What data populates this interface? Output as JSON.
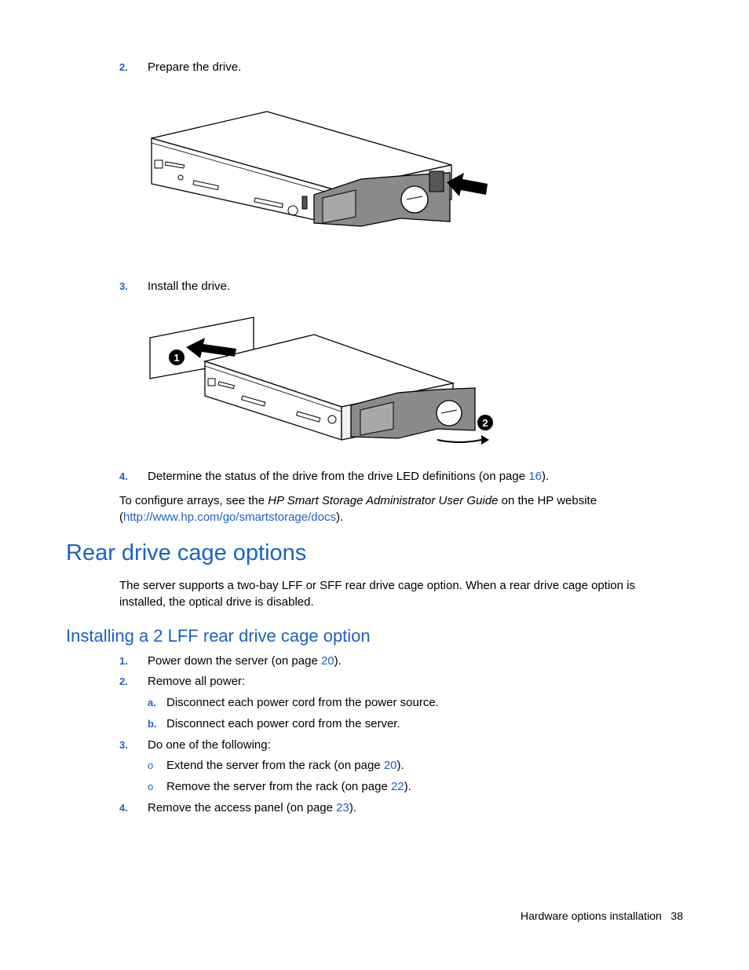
{
  "steps_top": [
    {
      "num": "2.",
      "text": "Prepare the drive."
    },
    {
      "num": "3.",
      "text": "Install the drive."
    }
  ],
  "step4": {
    "num": "4.",
    "text_before": "Determine the status of the drive from the drive LED definitions (on page ",
    "link": "16",
    "text_after": ")."
  },
  "configure": {
    "text1": "To configure arrays, see the ",
    "italic": "HP Smart Storage Administrator User Guide",
    "text2": " on the HP website",
    "paren_open": "(",
    "url": "http://www.hp.com/go/smartstorage/docs",
    "paren_close": ")."
  },
  "section": {
    "title": "Rear drive cage options",
    "body": "The server supports a two-bay LFF or SFF rear drive cage option. When a rear drive cage option is installed, the optical drive is disabled."
  },
  "subsection": {
    "title": "Installing a 2 LFF rear drive cage option",
    "steps": [
      {
        "num": "1.",
        "text": "Power down the server (on page ",
        "link": "20",
        "after": ")."
      },
      {
        "num": "2.",
        "text": "Remove all power:",
        "link": "",
        "after": ""
      },
      {
        "num": "3.",
        "text": "Do one of the following:",
        "link": "",
        "after": ""
      },
      {
        "num": "4.",
        "text": "Remove the access panel (on page ",
        "link": "23",
        "after": ")."
      }
    ],
    "power_sub": [
      {
        "mark": "a.",
        "text": "Disconnect each power cord from the power source."
      },
      {
        "mark": "b.",
        "text": "Disconnect each power cord from the server."
      }
    ],
    "options_sub": [
      {
        "mark": "o",
        "text": "Extend the server from the rack (on page ",
        "link": "20",
        "after": ")."
      },
      {
        "mark": "o",
        "text": "Remove the server from the rack (on page ",
        "link": "22",
        "after": ")."
      }
    ]
  },
  "callouts": {
    "one": "1",
    "two": "2"
  },
  "footer": {
    "section": "Hardware options installation",
    "page": "38"
  },
  "colors": {
    "link": "#1a63c5",
    "heading": "#1a63c5"
  }
}
